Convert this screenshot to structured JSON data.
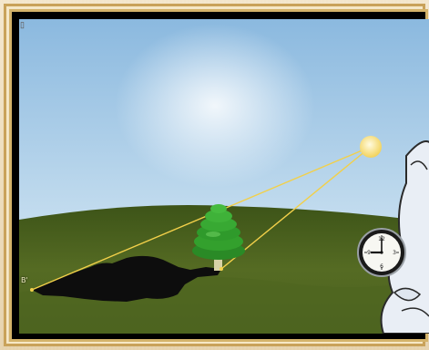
{
  "scene": {
    "title": "",
    "point_label": "B'",
    "clock_time": "9:00",
    "colors": {
      "sky_top": "#7fb0da",
      "sky_bottom": "#cfe3f1",
      "grass": "#4a5e1f",
      "sun": "#f4e07a",
      "rays": "#f2d04a",
      "tree": "#2d9b2a",
      "shadow": "#0d0d0d"
    },
    "icons": [
      "sun-icon",
      "tree-icon",
      "clock-icon",
      "character-illustration"
    ]
  }
}
